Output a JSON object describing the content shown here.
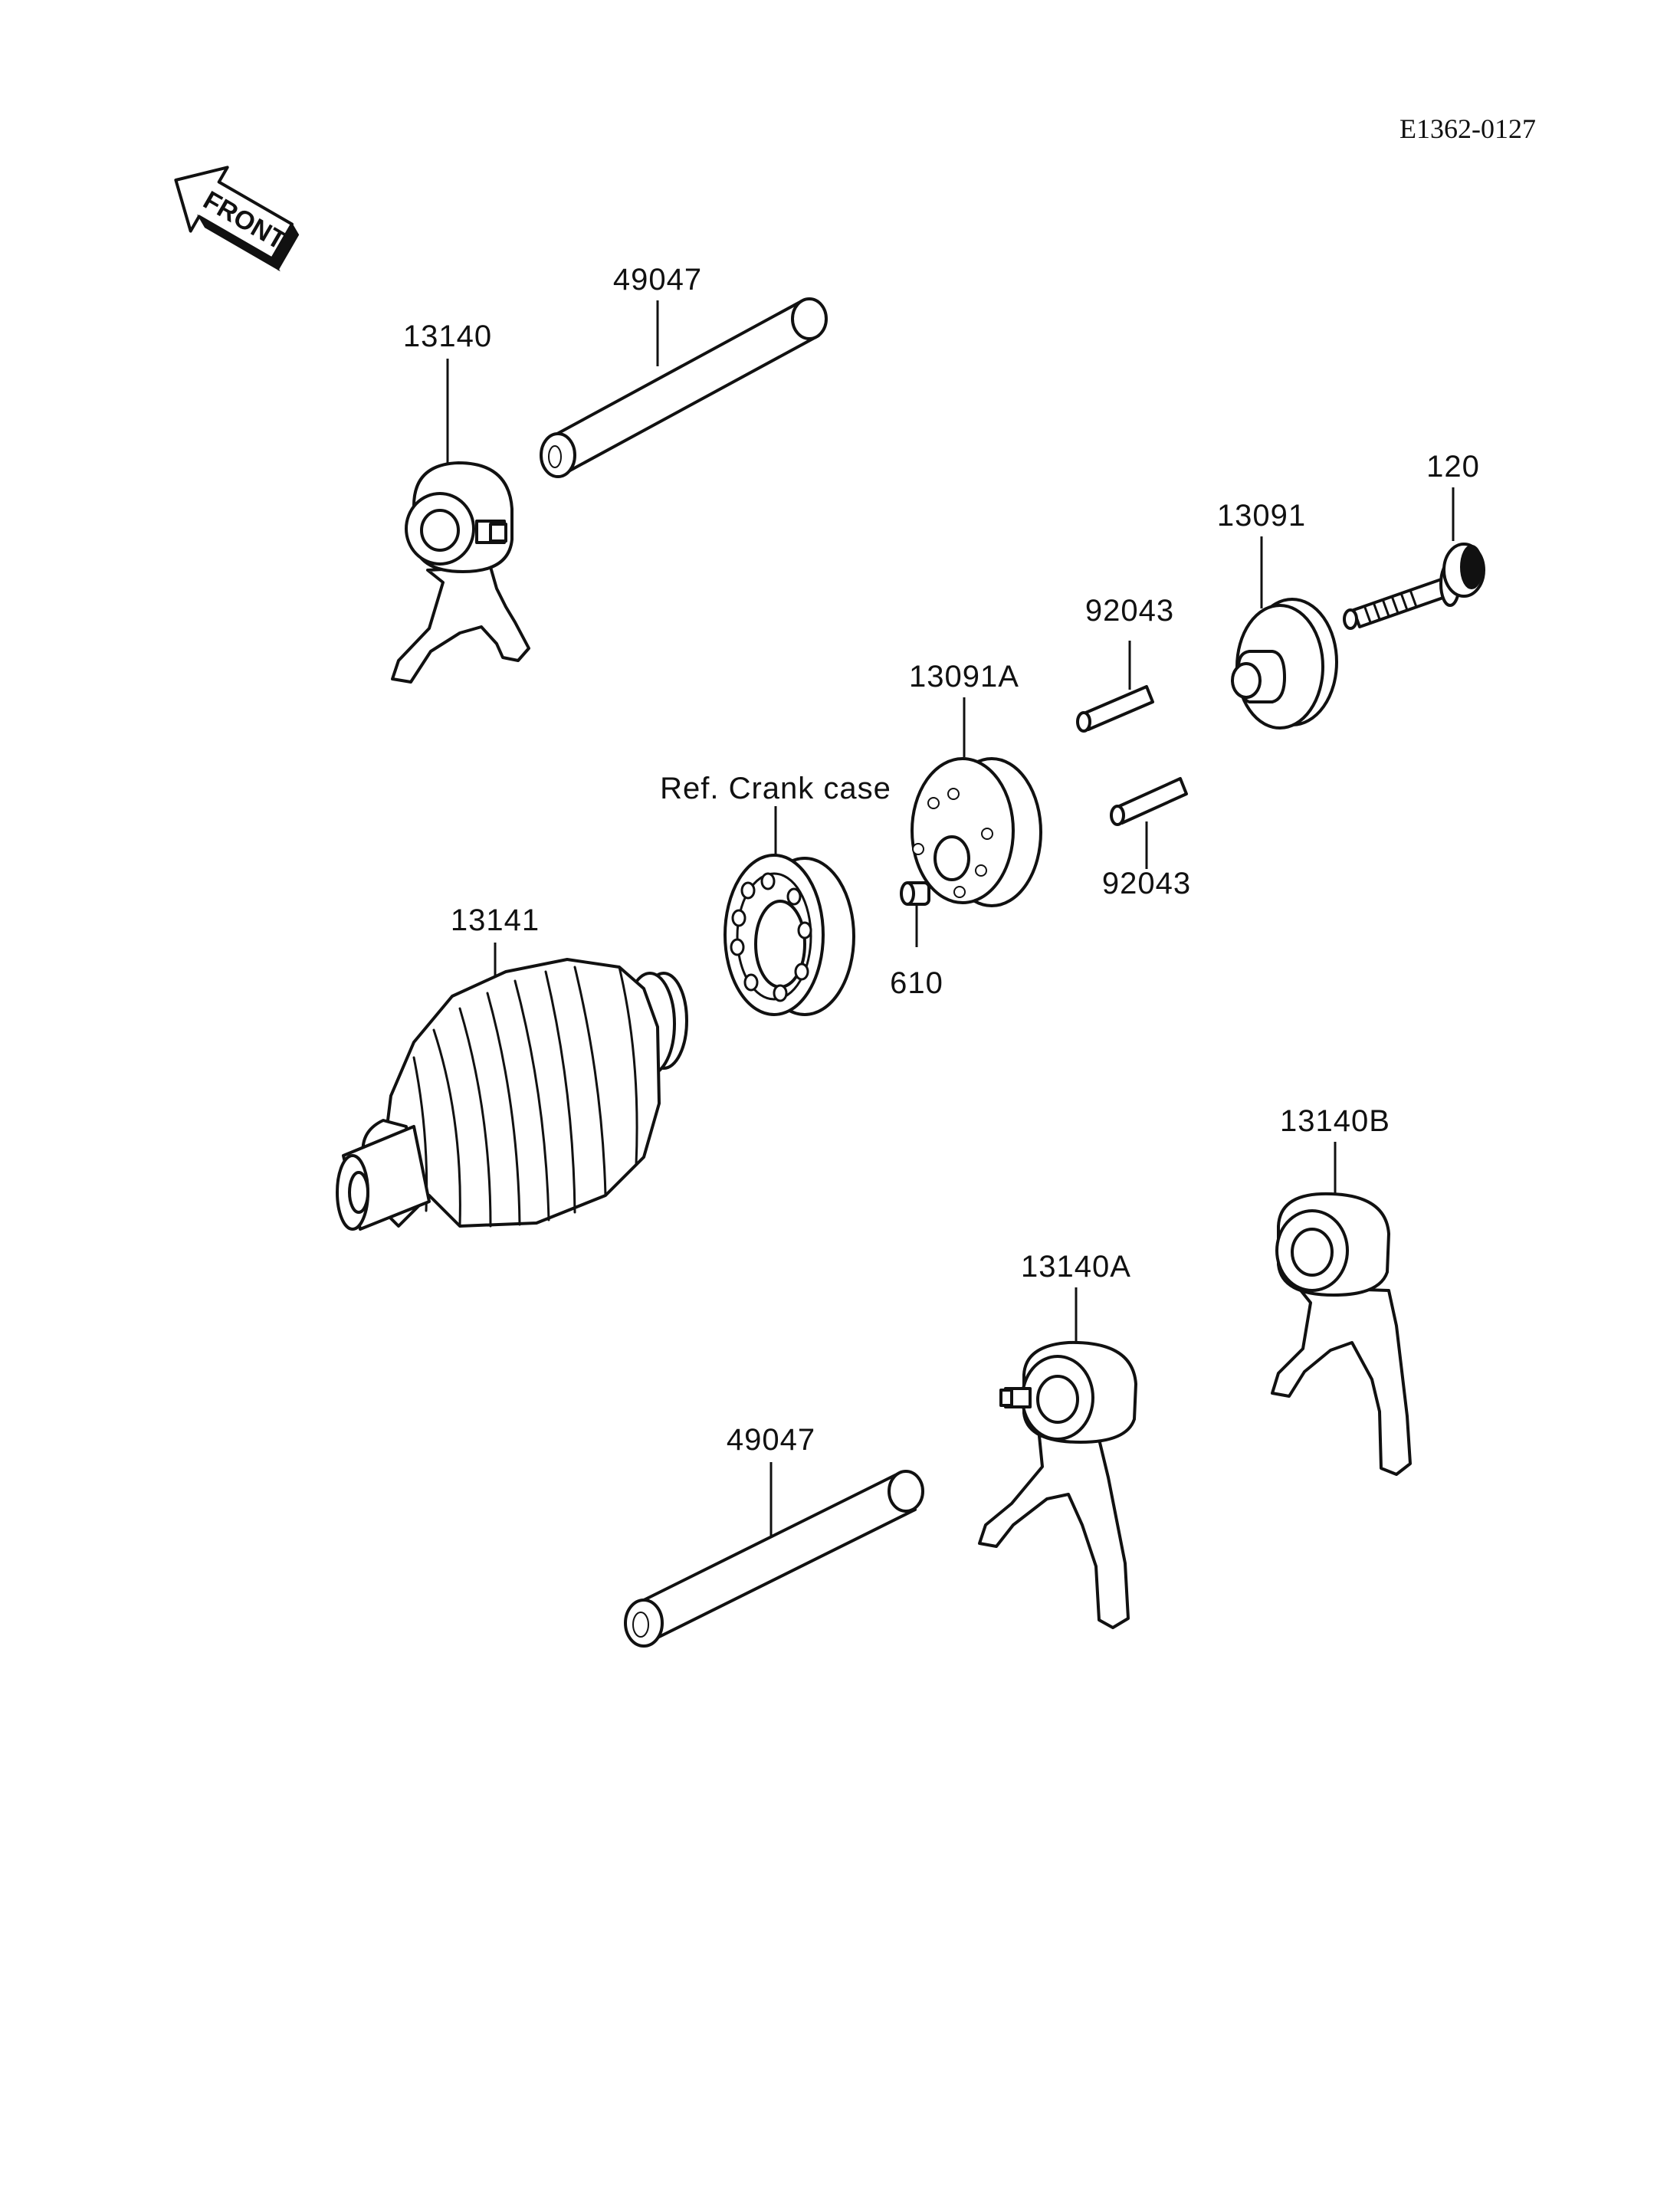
{
  "diagram_code": "E1362-0127",
  "front_arrow_label": "FRONT",
  "labels": {
    "shaft_top": "49047",
    "fork_top": "13140",
    "bolt": "120",
    "holder": "13091",
    "pin_upper": "92043",
    "plate": "13091A",
    "crankcase_ref": "Ref. Crank case",
    "pin_lower": "92043",
    "drum": "13141",
    "dowel": "610",
    "fork_b": "13140B",
    "fork_a": "13140A",
    "shaft_bottom": "49047"
  }
}
